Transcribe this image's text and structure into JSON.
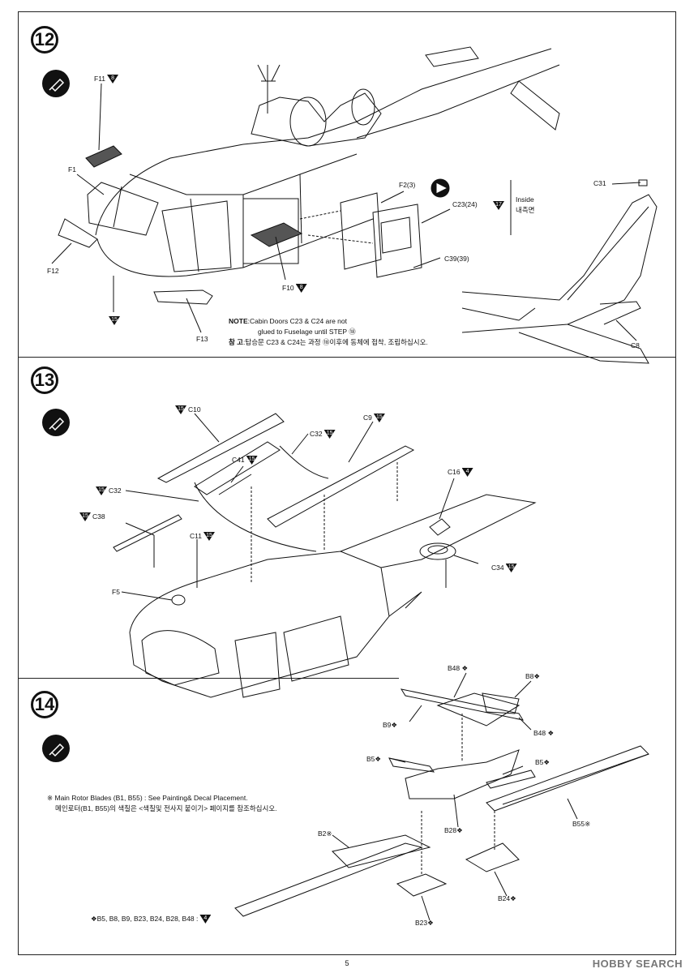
{
  "page": {
    "number": "5",
    "watermark": "HOBBY SEARCH"
  },
  "steps": [
    {
      "number": "12",
      "labels": {
        "f11": "F11",
        "f11_tri": "8",
        "f1": "F1",
        "f12": "F12",
        "f10": "F10",
        "f10_tri": "8",
        "f13": "F13",
        "f15_tri": "15",
        "f2": "F2(3)",
        "c23": "C23(24)",
        "c39": "C39(39)",
        "c31": "C31",
        "c8": "C8",
        "inside_tri": "17",
        "inside_en": "Inside",
        "inside_ko": "내측면"
      },
      "note": {
        "title": "NOTE",
        "line1": ":Cabin Doors C23 & C24 are not",
        "line2": "glued to Fuselage until STEP ⑱",
        "ko_title": "참  고",
        "ko_text": ":탑승문 C23 & C24는 과정 ⑱이후에 동체에 접착, 조립하십시오."
      }
    },
    {
      "number": "13",
      "labels": {
        "c10": "C10",
        "c10_tri": "15",
        "c32a": "C32",
        "c32a_tri": "15",
        "c9": "C9",
        "c9_tri": "15",
        "c41": "C41",
        "c41_tri": "15",
        "c16": "C16",
        "c16_tri": "4",
        "c32b": "C32",
        "c32b_tri": "15",
        "c38": "C38",
        "c38_tri": "15",
        "c11": "C11",
        "c11_tri": "15",
        "f5": "F5",
        "c34": "C34",
        "c34_tri": "15"
      }
    },
    {
      "number": "14",
      "labels": {
        "b48a": "B48 ❖",
        "b8": "B8❖",
        "b9": "B9❖",
        "b48b": "B48 ❖",
        "b5a": "B5❖",
        "b5b": "B5❖",
        "b28": "B28❖",
        "b55": "B55※",
        "b2": "B2※",
        "b24": "B24❖",
        "b23": "B23❖"
      },
      "footnote": {
        "en": "※ Main Rotor Blades (B1, B55) : See Painting& Decal Placement.",
        "ko": "메인로터(B1, B55)의 색칠은 <색칠및 전사지 붙이기> 페이지를 참조하십시오."
      },
      "parts_color": {
        "text": "❖B5, B8, B9, B23, B24, B28, B48 :",
        "tri": "4"
      }
    }
  ]
}
